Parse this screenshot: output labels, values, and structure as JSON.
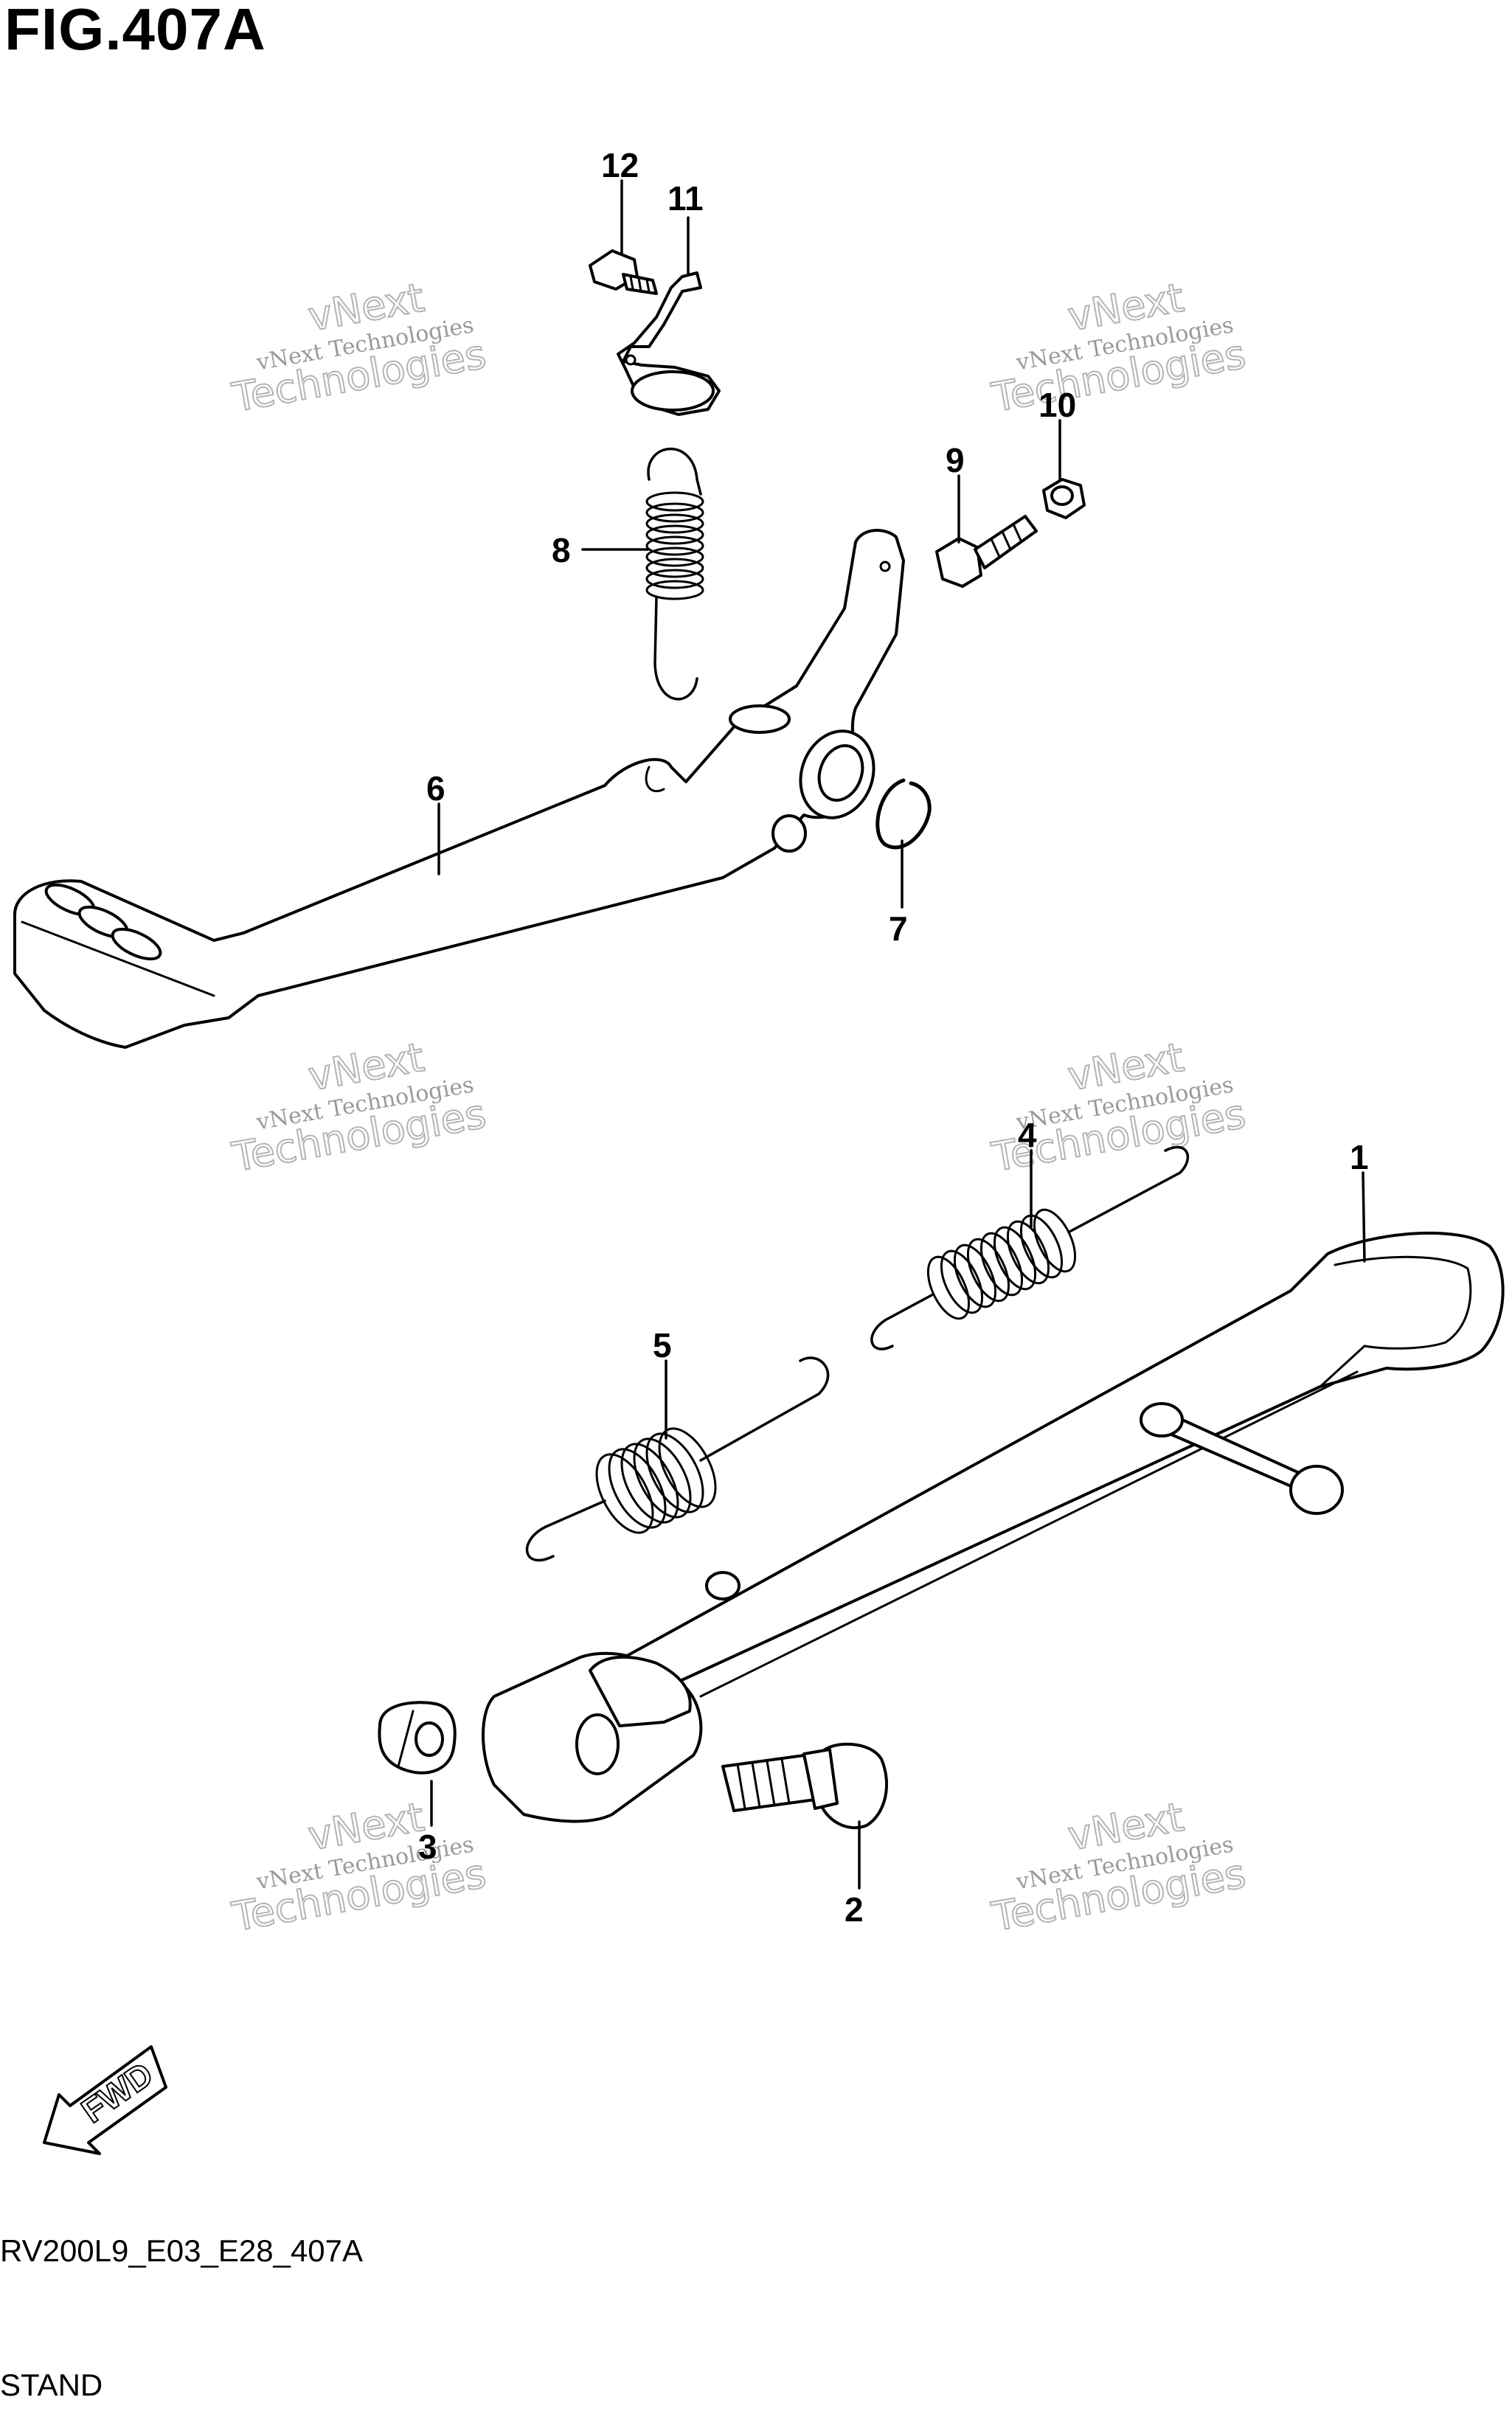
{
  "figure": {
    "title": "FIG.407A",
    "code": "RV200L9_E03_E28_407A",
    "name": "STAND"
  },
  "direction": {
    "label": "FWD"
  },
  "watermark": {
    "line1": "vNext Technologies",
    "line2": "vNext",
    "line3": "Technologies"
  },
  "callouts": [
    {
      "id": "1",
      "label": "1"
    },
    {
      "id": "2",
      "label": "2"
    },
    {
      "id": "3",
      "label": "3"
    },
    {
      "id": "4",
      "label": "4"
    },
    {
      "id": "5",
      "label": "5"
    },
    {
      "id": "6",
      "label": "6"
    },
    {
      "id": "7",
      "label": "7"
    },
    {
      "id": "8",
      "label": "8"
    },
    {
      "id": "9",
      "label": "9"
    },
    {
      "id": "10",
      "label": "10"
    },
    {
      "id": "11",
      "label": "11"
    },
    {
      "id": "12",
      "label": "12"
    }
  ]
}
